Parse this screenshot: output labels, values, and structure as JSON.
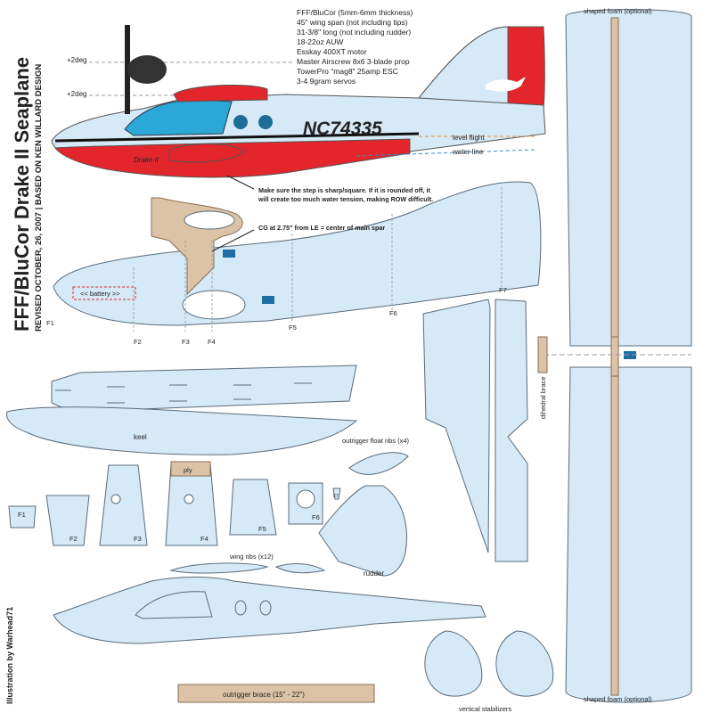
{
  "title": "FFF/BluCor Drake II Seaplane",
  "subtitle": "REVISED OCTOBER, 26, 2007  |  BASED ON KEN WILLARD DESIGN",
  "credit": "Illustration by Warhead71",
  "specs": [
    "FFF/BluCor (5mm-6mm thickness)",
    "45\"  wing span (not including tips)",
    "31-3/8\" long (not including rudder)",
    "18-22oz AUW",
    "Esskay 400XT motor",
    "Master Airscrew 8x6 3-blade prop",
    "TowerPro \"mag8\" 25amp ESC",
    "3-4 9gram servos"
  ],
  "plane": {
    "registration": "NC74335",
    "hull_script": "Drake II",
    "angle_top": "+2deg",
    "angle_wing": "+2deg",
    "level_flight": "level flight",
    "water_line": "water line",
    "step_note_1": "Make sure the step is sharp/square. If it is rounded off, it",
    "step_note_2": "will create too much water tension, making ROW difficult.",
    "cg_note": "CG at 2.75\" from LE = center of main spar",
    "battery": "<< battery >>"
  },
  "stations": [
    "F1",
    "F2",
    "F3",
    "F4",
    "F5",
    "F6",
    "F7"
  ],
  "labels": {
    "keel": "keel",
    "float_ribs": "outrigger float ribs (x4)",
    "wing_ribs": "wing ribs (x12)",
    "rudder": "rudder",
    "ply": "ply",
    "dihedral": "dihedral brace",
    "outrigger_brace": "outrigger brace (15\" - 22\")",
    "vertical_stabs": "vertical stabilizers",
    "shaped_top": "shaped foam (optional)",
    "shaped_bottom": "shaped foam (optional)"
  },
  "colors": {
    "part": "#d6e9f7",
    "red": "#e3262b",
    "tan": "#dcc2a6",
    "orange": "#e8912b",
    "blue": "#2b8fd6"
  }
}
